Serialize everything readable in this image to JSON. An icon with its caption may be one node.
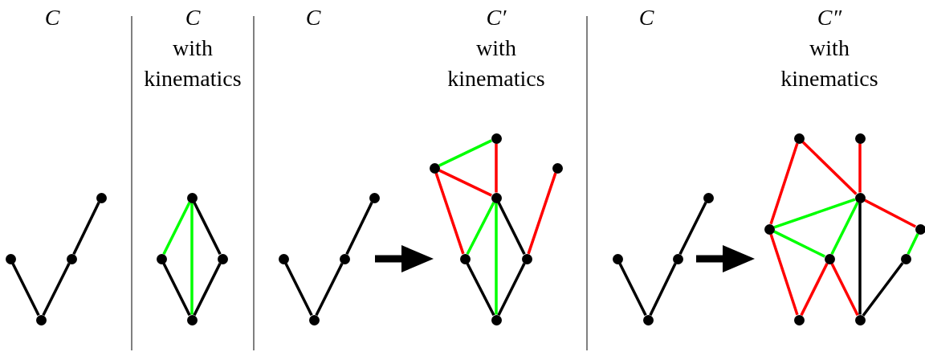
{
  "diagram": {
    "nodes": [
      {
        "text": [],
        "shape": "circle"
      },
      {
        "text": [],
        "shape": "circle"
      },
      {
        "text": [],
        "shape": "circle"
      },
      {
        "text": [],
        "shape": "circle"
      },
      {
        "text": [],
        "shape": "circle"
      },
      {
        "text": [],
        "shape": "circle"
      },
      {
        "text": [],
        "shape": "circle"
      },
      {
        "text": [],
        "shape": "circle"
      },
      {
        "text": [],
        "shape": "circle"
      },
      {
        "text": [],
        "shape": "circle"
      },
      {
        "text": [],
        "shape": "circle"
      },
      {
        "text": [],
        "shape": "circle"
      },
      {
        "text": [],
        "shape": "circle"
      },
      {
        "text": [],
        "shape": "circle"
      },
      {
        "text": [],
        "shape": "circle"
      },
      {
        "text": [],
        "shape": "circle"
      },
      {
        "text": [],
        "shape": "circle"
      },
      {
        "text": [],
        "shape": "circle"
      },
      {
        "text": [],
        "shape": "circle"
      },
      {
        "text": [],
        "shape": "circle"
      },
      {
        "text": [],
        "shape": "circle"
      },
      {
        "text": [],
        "shape": "circle"
      },
      {
        "text": [],
        "shape": "circle"
      },
      {
        "text": [],
        "shape": "circle"
      },
      {
        "text": [],
        "shape": "circle"
      },
      {
        "text": [],
        "shape": "circle"
      },
      {
        "text": [],
        "shape": "circle"
      },
      {
        "text": [],
        "shape": "circle"
      },
      {
        "text": [],
        "shape": "circle"
      },
      {
        "text": [],
        "shape": "circle"
      },
      {
        "text": [],
        "shape": "circle"
      },
      {
        "text": [],
        "shape": "circle"
      }
    ],
    "edges": [
      {
        "from": 0,
        "to": 1,
        "arrow": "none"
      },
      {
        "from": 1,
        "to": 2,
        "arrow": "none"
      },
      {
        "from": 2,
        "to": 3,
        "arrow": "none"
      },
      {
        "from": 4,
        "to": 5,
        "arrow": "none",
        "color": "#00ff00"
      },
      {
        "from": 4,
        "to": 7,
        "arrow": "none",
        "color": "#00ff00"
      },
      {
        "from": 4,
        "to": 6,
        "arrow": "none"
      },
      {
        "from": 5,
        "to": 7,
        "arrow": "none"
      },
      {
        "from": 6,
        "to": 7,
        "arrow": "none"
      },
      {
        "from": 8,
        "to": 9,
        "arrow": "none"
      },
      {
        "from": 9,
        "to": 10,
        "arrow": "none"
      },
      {
        "from": 10,
        "to": 11,
        "arrow": "none"
      },
      {
        "from": 13,
        "to": 12,
        "arrow": "none",
        "color": "#00ff00"
      },
      {
        "from": 12,
        "to": 15,
        "arrow": "none",
        "color": "#ff0000"
      },
      {
        "from": 13,
        "to": 15,
        "arrow": "none",
        "color": "#ff0000"
      },
      {
        "from": 13,
        "to": 16,
        "arrow": "none",
        "color": "#ff0000"
      },
      {
        "from": 15,
        "to": 16,
        "arrow": "none",
        "color": "#00ff00"
      },
      {
        "from": 15,
        "to": 18,
        "arrow": "none",
        "color": "#00ff00"
      },
      {
        "from": 15,
        "to": 17,
        "arrow": "none"
      },
      {
        "from": 16,
        "to": 18,
        "arrow": "none"
      },
      {
        "from": 17,
        "to": 18,
        "arrow": "none"
      },
      {
        "from": 17,
        "to": 14,
        "arrow": "none",
        "color": "#ff0000"
      },
      {
        "from": 19,
        "to": 20,
        "arrow": "none"
      },
      {
        "from": 20,
        "to": 21,
        "arrow": "none"
      },
      {
        "from": 21,
        "to": 22,
        "arrow": "none"
      },
      {
        "from": 23,
        "to": 26,
        "arrow": "none",
        "color": "#ff0000"
      },
      {
        "from": 23,
        "to": 25,
        "arrow": "none",
        "color": "#ff0000"
      },
      {
        "from": 24,
        "to": 25,
        "arrow": "none",
        "color": "#ff0000"
      },
      {
        "from": 25,
        "to": 27,
        "arrow": "none",
        "color": "#ff0000"
      },
      {
        "from": 25,
        "to": 26,
        "arrow": "none",
        "color": "#00ff00"
      },
      {
        "from": 26,
        "to": 28,
        "arrow": "none",
        "color": "#00ff00"
      },
      {
        "from": 25,
        "to": 28,
        "arrow": "none",
        "color": "#00ff00"
      },
      {
        "from": 25,
        "to": 31,
        "arrow": "none"
      },
      {
        "from": 26,
        "to": 30,
        "arrow": "none",
        "color": "#ff0000"
      },
      {
        "from": 30,
        "to": 28,
        "arrow": "none",
        "color": "#ff0000"
      },
      {
        "from": 28,
        "to": 31,
        "arrow": "none",
        "color": "#ff0000"
      },
      {
        "from": 27,
        "to": 29,
        "arrow": "none",
        "color": "#00ff00"
      },
      {
        "from": 29,
        "to": 31,
        "arrow": "none"
      }
    ],
    "labels": [
      "C",
      "C",
      "with kinematics",
      "C",
      "C′",
      "with kinematics",
      "C",
      "C″",
      "with kinematics"
    ]
  }
}
